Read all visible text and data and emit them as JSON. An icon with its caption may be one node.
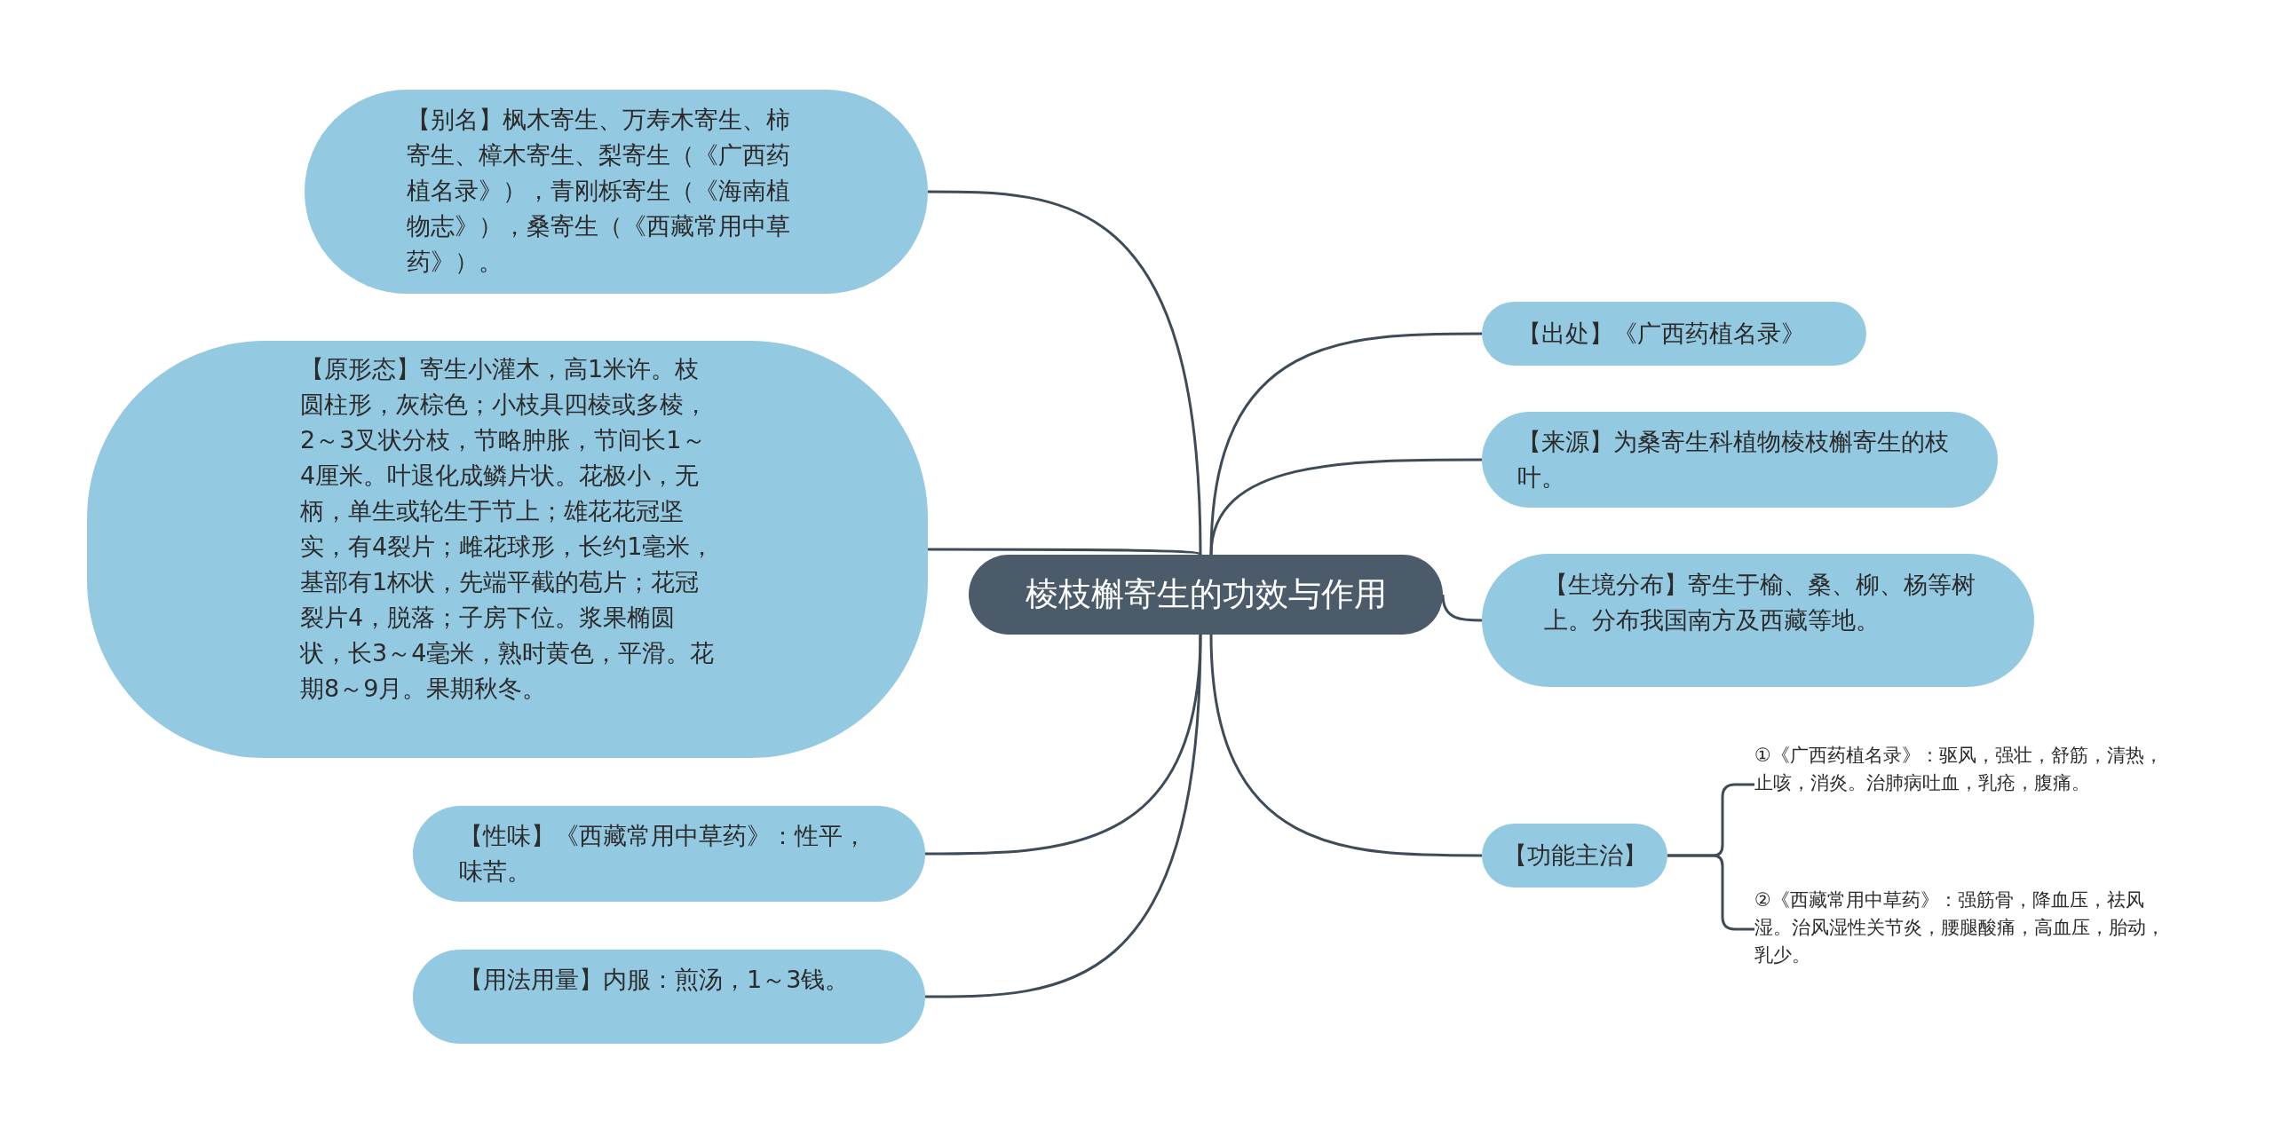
{
  "diagram": {
    "nodes": [
      {
        "text": [
          "棱枝槲寄生的功效与作用"
        ]
      },
      {
        "text": [
          "【别名】枫木寄生、万寿木寄生、柿寄生、樟木寄生、梨寄生（《广西药植名录》），青刚栎寄生（《海南植物志》），桑寄生（《西藏常用中草药》）。"
        ]
      },
      {
        "text": [
          "【原形态】寄生小灌木，高1米许。枝圆柱形，灰棕色；小枝具四棱或多棱，2～3叉状分枝，节略肿胀，节间长1～4厘米。叶退化成鳞片状。花极小，无柄，单生或轮生于节上；雄花花冠坚实，有4裂片；雌花球形，长约1毫米，基部有1杯状，先端平截的苞片；花冠裂片4，脱落；子房下位。浆果椭圆状，长3～4毫米，熟时黄色，平滑。花期8～9月。果期秋冬。"
        ]
      },
      {
        "text": [
          "【性味】《西藏常用中草药》：性平，味苦。"
        ]
      },
      {
        "text": [
          "【用法用量】内服：煎汤，1～3钱。"
        ]
      },
      {
        "text": [
          "【出处】《广西药植名录》"
        ]
      },
      {
        "text": [
          "【来源】为桑寄生科植物棱枝槲寄生的枝叶。"
        ]
      },
      {
        "text": [
          "【生境分布】寄生于榆、桑、柳、杨等树上。分布我国南方及西藏等地。"
        ]
      },
      {
        "text": [
          "【功能主治】"
        ]
      },
      {
        "text": [
          "①《广西药植名录》：驱风，强壮，舒筋，清热，止咳，消炎。治肺病吐血，乳疮，腹痛。"
        ]
      },
      {
        "text": [
          "②《西藏常用中草药》：强筋骨，降血压，祛风湿。治风湿性关节炎，腰腿酸痛，高血压，胎动，乳少。"
        ]
      }
    ],
    "edges": [
      {
        "from": 0,
        "to": 1,
        "arrow": "none"
      },
      {
        "from": 0,
        "to": 2,
        "arrow": "none"
      },
      {
        "from": 0,
        "to": 3,
        "arrow": "none"
      },
      {
        "from": 0,
        "to": 4,
        "arrow": "none"
      },
      {
        "from": 0,
        "to": 5,
        "arrow": "none"
      },
      {
        "from": 0,
        "to": 6,
        "arrow": "none"
      },
      {
        "from": 0,
        "to": 7,
        "arrow": "none"
      },
      {
        "from": 0,
        "to": 8,
        "arrow": "none"
      },
      {
        "from": 8,
        "to": 9,
        "arrow": "none"
      },
      {
        "from": 8,
        "to": 10,
        "arrow": "none"
      }
    ]
  }
}
